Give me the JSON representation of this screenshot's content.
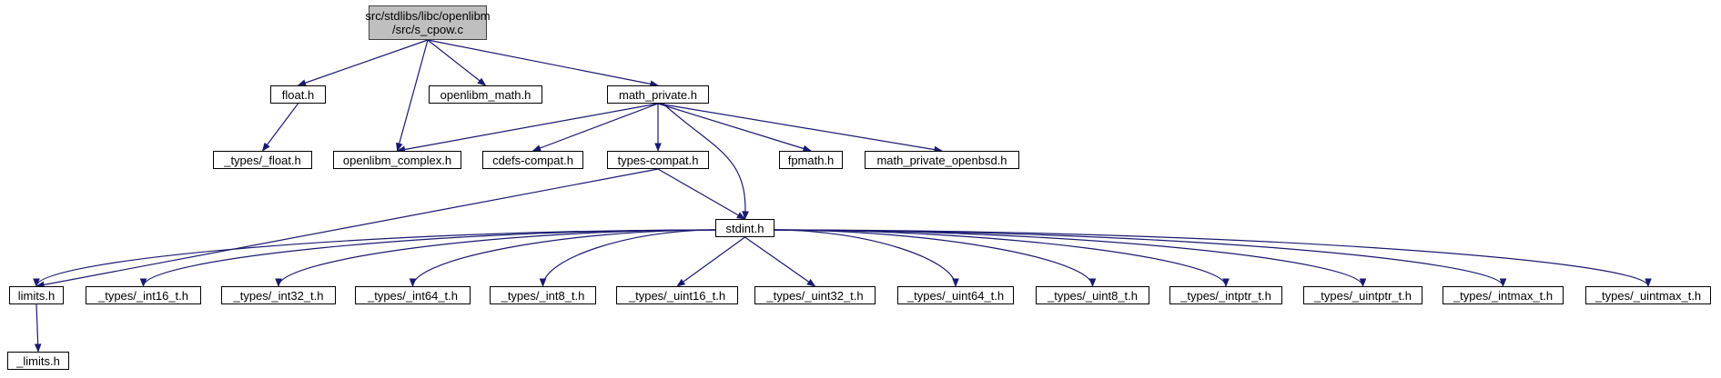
{
  "colors": {
    "edge": "#191970",
    "root_fill": "#bfbfbf",
    "node_border": "#000000"
  },
  "nodes": {
    "root": {
      "line1": "src/stdlibs/libc/openlibm",
      "line2": "/src/s_cpow.c"
    },
    "float_h": "float.h",
    "openlibm_complex_h": "openlibm_complex.h",
    "openlibm_math_h": "openlibm_math.h",
    "math_private_h": "math_private.h",
    "types_float_h": "_types/_float.h",
    "cdefs_compat_h": "cdefs-compat.h",
    "types_compat_h": "types-compat.h",
    "fpmath_h": "fpmath.h",
    "math_private_openbsd_h": "math_private_openbsd.h",
    "stdint_h": "stdint.h",
    "limits_h": "limits.h",
    "int16_t_h": "_types/_int16_t.h",
    "int32_t_h": "_types/_int32_t.h",
    "int64_t_h": "_types/_int64_t.h",
    "int8_t_h": "_types/_int8_t.h",
    "uint16_t_h": "_types/_uint16_t.h",
    "uint32_t_h": "_types/_uint32_t.h",
    "uint64_t_h": "_types/_uint64_t.h",
    "uint8_t_h": "_types/_uint8_t.h",
    "intptr_t_h": "_types/_intptr_t.h",
    "uintptr_t_h": "_types/_uintptr_t.h",
    "intmax_t_h": "_types/_intmax_t.h",
    "uintmax_t_h": "_types/_uintmax_t.h",
    "limits_private_h": "_limits.h"
  },
  "edges": [
    [
      "root",
      "float_h"
    ],
    [
      "root",
      "openlibm_complex_h"
    ],
    [
      "root",
      "openlibm_math_h"
    ],
    [
      "root",
      "math_private_h"
    ],
    [
      "float_h",
      "types_float_h"
    ],
    [
      "math_private_h",
      "openlibm_complex_h"
    ],
    [
      "math_private_h",
      "cdefs_compat_h"
    ],
    [
      "math_private_h",
      "types_compat_h"
    ],
    [
      "math_private_h",
      "stdint_h"
    ],
    [
      "math_private_h",
      "fpmath_h"
    ],
    [
      "math_private_h",
      "math_private_openbsd_h"
    ],
    [
      "types_compat_h",
      "limits_h"
    ],
    [
      "types_compat_h",
      "stdint_h"
    ],
    [
      "stdint_h",
      "limits_h"
    ],
    [
      "stdint_h",
      "int16_t_h"
    ],
    [
      "stdint_h",
      "int32_t_h"
    ],
    [
      "stdint_h",
      "int64_t_h"
    ],
    [
      "stdint_h",
      "int8_t_h"
    ],
    [
      "stdint_h",
      "uint16_t_h"
    ],
    [
      "stdint_h",
      "uint32_t_h"
    ],
    [
      "stdint_h",
      "uint64_t_h"
    ],
    [
      "stdint_h",
      "uint8_t_h"
    ],
    [
      "stdint_h",
      "intptr_t_h"
    ],
    [
      "stdint_h",
      "uintptr_t_h"
    ],
    [
      "stdint_h",
      "intmax_t_h"
    ],
    [
      "stdint_h",
      "uintmax_t_h"
    ],
    [
      "limits_h",
      "limits_private_h"
    ]
  ]
}
